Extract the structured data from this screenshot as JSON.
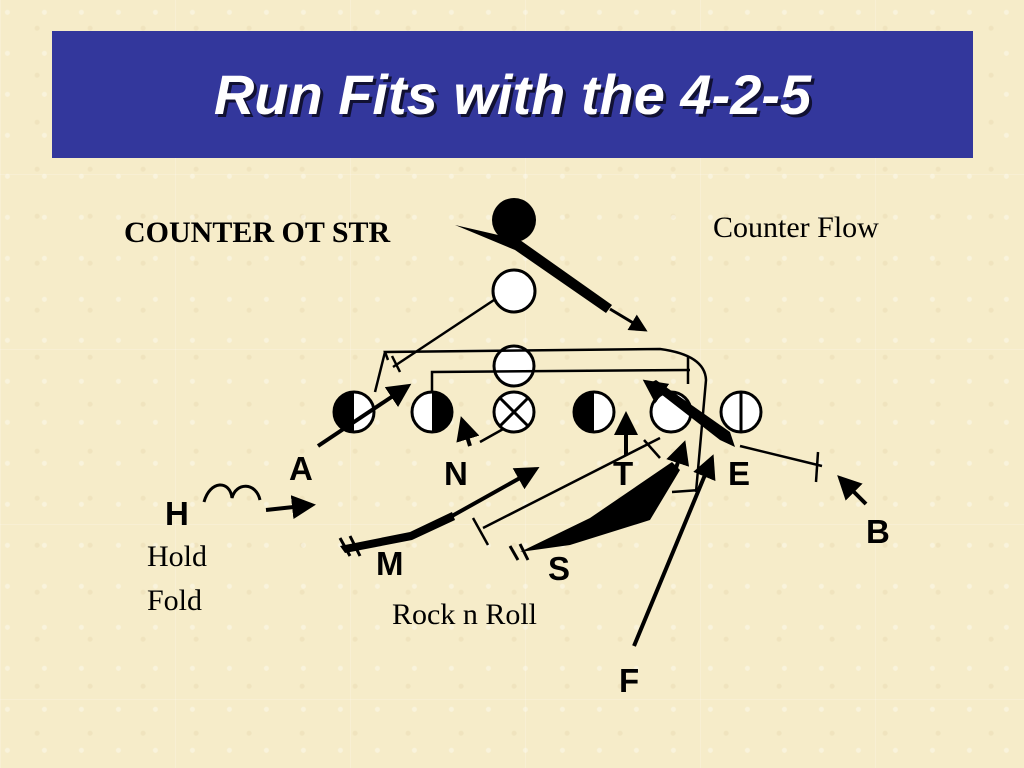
{
  "title": "Run Fits with the 4-2-5",
  "play_label": "COUNTER OT STR",
  "counter_flow": "Counter Flow",
  "rock_n_roll": "Rock n Roll",
  "hold": "Hold",
  "fold": "Fold",
  "defenders": {
    "A": "A",
    "N": "N",
    "T": "T",
    "E": "E",
    "B": "B",
    "H": "H",
    "M": "M",
    "S": "S",
    "F": "F"
  },
  "colors": {
    "title_bg": "#33379c",
    "background": "#f6ecc9",
    "ink": "#000000"
  }
}
